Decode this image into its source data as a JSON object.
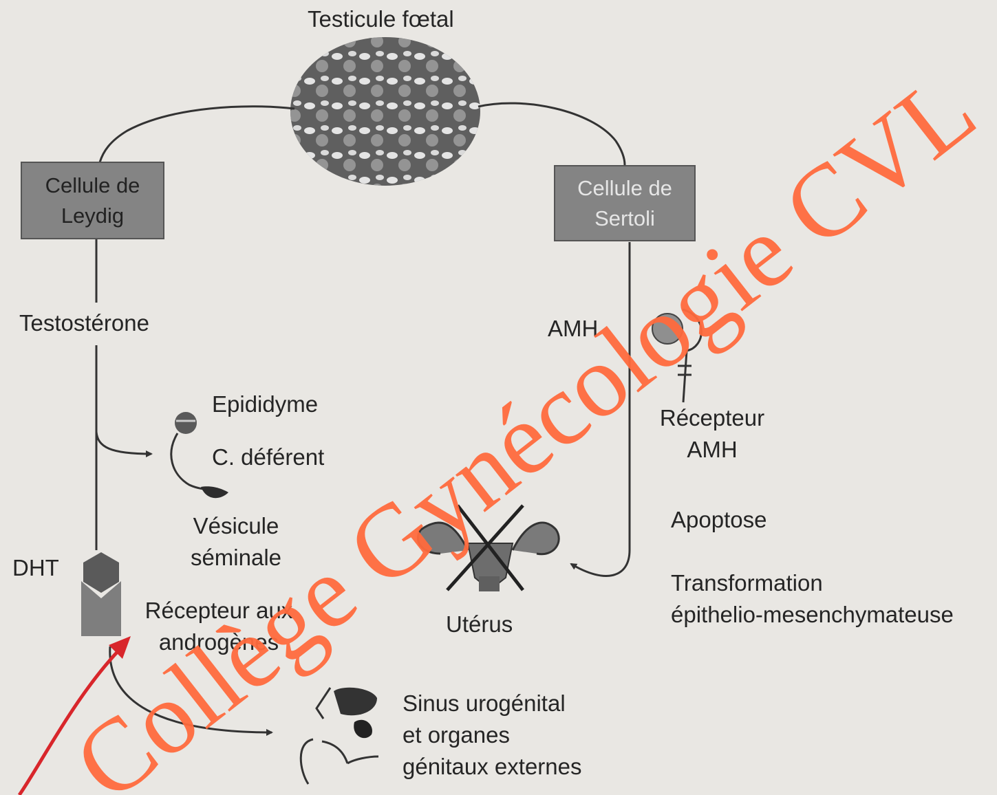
{
  "title": "Testicule fœtal",
  "leydig": {
    "line1": "Cellule de",
    "line2": "Leydig"
  },
  "sertoli": {
    "line1": "Cellule de",
    "line2": "Sertoli"
  },
  "testosterone": "Testostérone",
  "amh": "AMH",
  "epididyme": "Epididyme",
  "canal": "C. déférent",
  "vesicule": {
    "line1": "Vésicule",
    "line2": "séminale"
  },
  "dht": "DHT",
  "recepteur_androgenes": {
    "line1": "Récepteur aux",
    "line2": "androgènes"
  },
  "recepteur_amh": {
    "line1": "Récepteur",
    "line2": "AMH"
  },
  "uterus": "Utérus",
  "apoptose": "Apoptose",
  "transformation": {
    "line1": "Transformation",
    "line2": "épithelio-mesenchymateuse"
  },
  "sinus": {
    "line1": "Sinus urogénital",
    "line2": "et organes",
    "line3": "génitaux externes"
  },
  "watermark": "Collège Gynécologie CVL",
  "colors": {
    "background": "#e9e7e3",
    "watermark": "#ff6a3d",
    "annotation_arrow": "#d8262b",
    "box": "#848484"
  }
}
